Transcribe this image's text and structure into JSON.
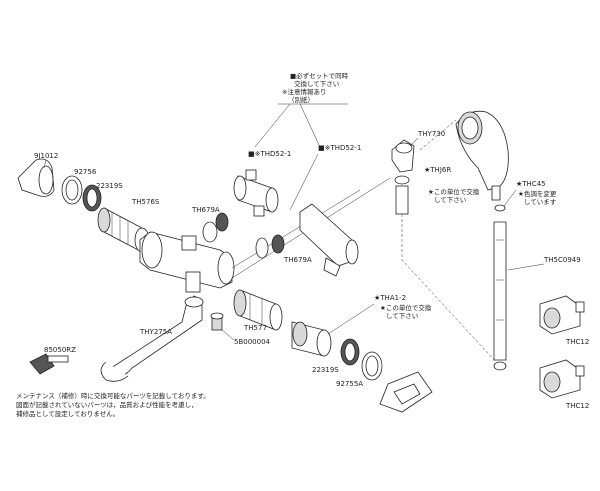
{
  "top_note": {
    "line1": "■必ずセットで同時",
    "line2": "交換して下さい",
    "line3": "※注意情報あり",
    "line4": "（別紙）"
  },
  "bottom_note": {
    "line1": "メンテナンス（補修）時に交換可能なパーツを記載しております。",
    "line2": "図面が記載されていないパーツは，品質および性能を考慮し，",
    "line3": "補修品として設定しておりません。"
  },
  "side_notes": {
    "thj6r_1": "★この単位で交換",
    "thj6r_2": "して下さい",
    "thc45_1": "★色調を変更",
    "thc45_2": "しています",
    "tha1_1": "★この単位で交換",
    "tha1_2": "して下さい"
  },
  "parts": {
    "p9j1012": "9J1012",
    "p92756": "92756",
    "p22319s_top": "22319S",
    "pth576s": "TH576S",
    "pth679a_1": "TH679A",
    "pthd52_1": "■※THD52-1",
    "pthd52_2": "■※THD52-1",
    "pth679a_2": "TH679A",
    "pthy730": "THY730",
    "pthj6r": "★THJ6R",
    "pthc45": "★THC45",
    "pth5c0949": "TH5C0949",
    "pthy275a": "THY275A",
    "pth577": "TH577",
    "p5b000004": "5B000004",
    "ptha1_2": "★THA1-2",
    "p22319s_bot": "22319S",
    "p92755a": "92755A",
    "p85050rz": "85050RZ",
    "pthc12_1": "THC12",
    "pthc12_2": "THC12"
  }
}
